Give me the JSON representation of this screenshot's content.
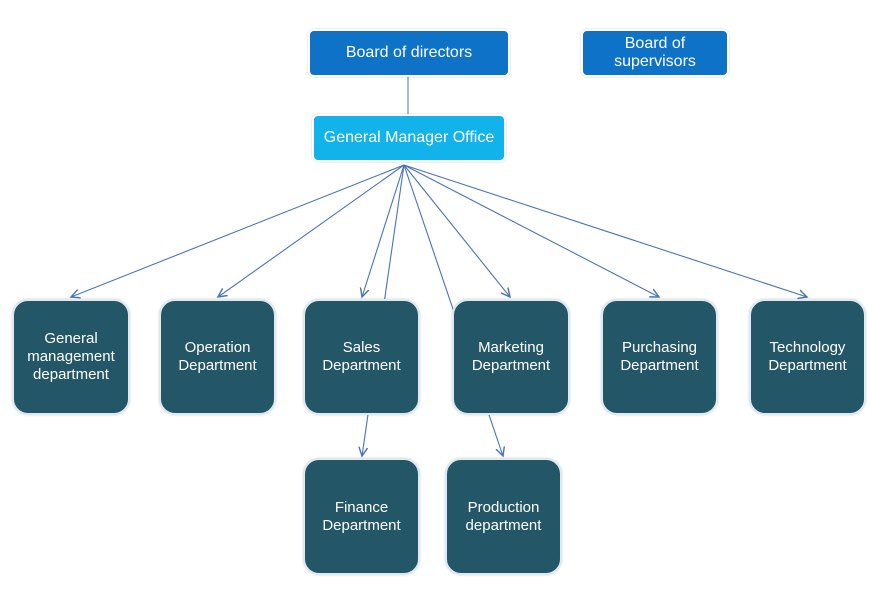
{
  "nodes": {
    "board": "Board of directors",
    "supervisors": "Board of\nsupervisors",
    "general_manager": "General Manager Office",
    "departments": {
      "general": "General\nmanagement\ndepartment",
      "operation": "Operation\nDepartment",
      "sales": "Sales\nDepartment",
      "marketing": "Marketing\nDepartment",
      "purchasing": "Purchasing\nDepartment",
      "technology": "Technology\nDepartment",
      "finance": "Finance\nDepartment",
      "production": "Production\ndepartment"
    }
  },
  "colors": {
    "top_box": "#0e72c6",
    "manager_box": "#12b2ea",
    "department_box": "#235767",
    "connector": "#4a73b8"
  }
}
